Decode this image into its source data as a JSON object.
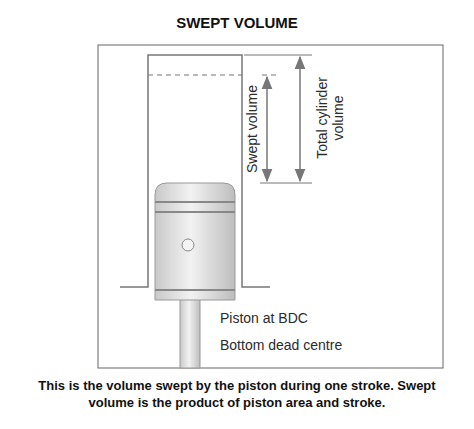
{
  "diagram": {
    "title": "SWEPT VOLUME",
    "caption": "This is the volume swept by the piston during one stroke. Swept volume is the product of piston area and stroke.",
    "labels": [
      "Swept volume",
      "Total cylinder volume",
      "Piston at BDC",
      "Bottom dead centre"
    ]
  }
}
